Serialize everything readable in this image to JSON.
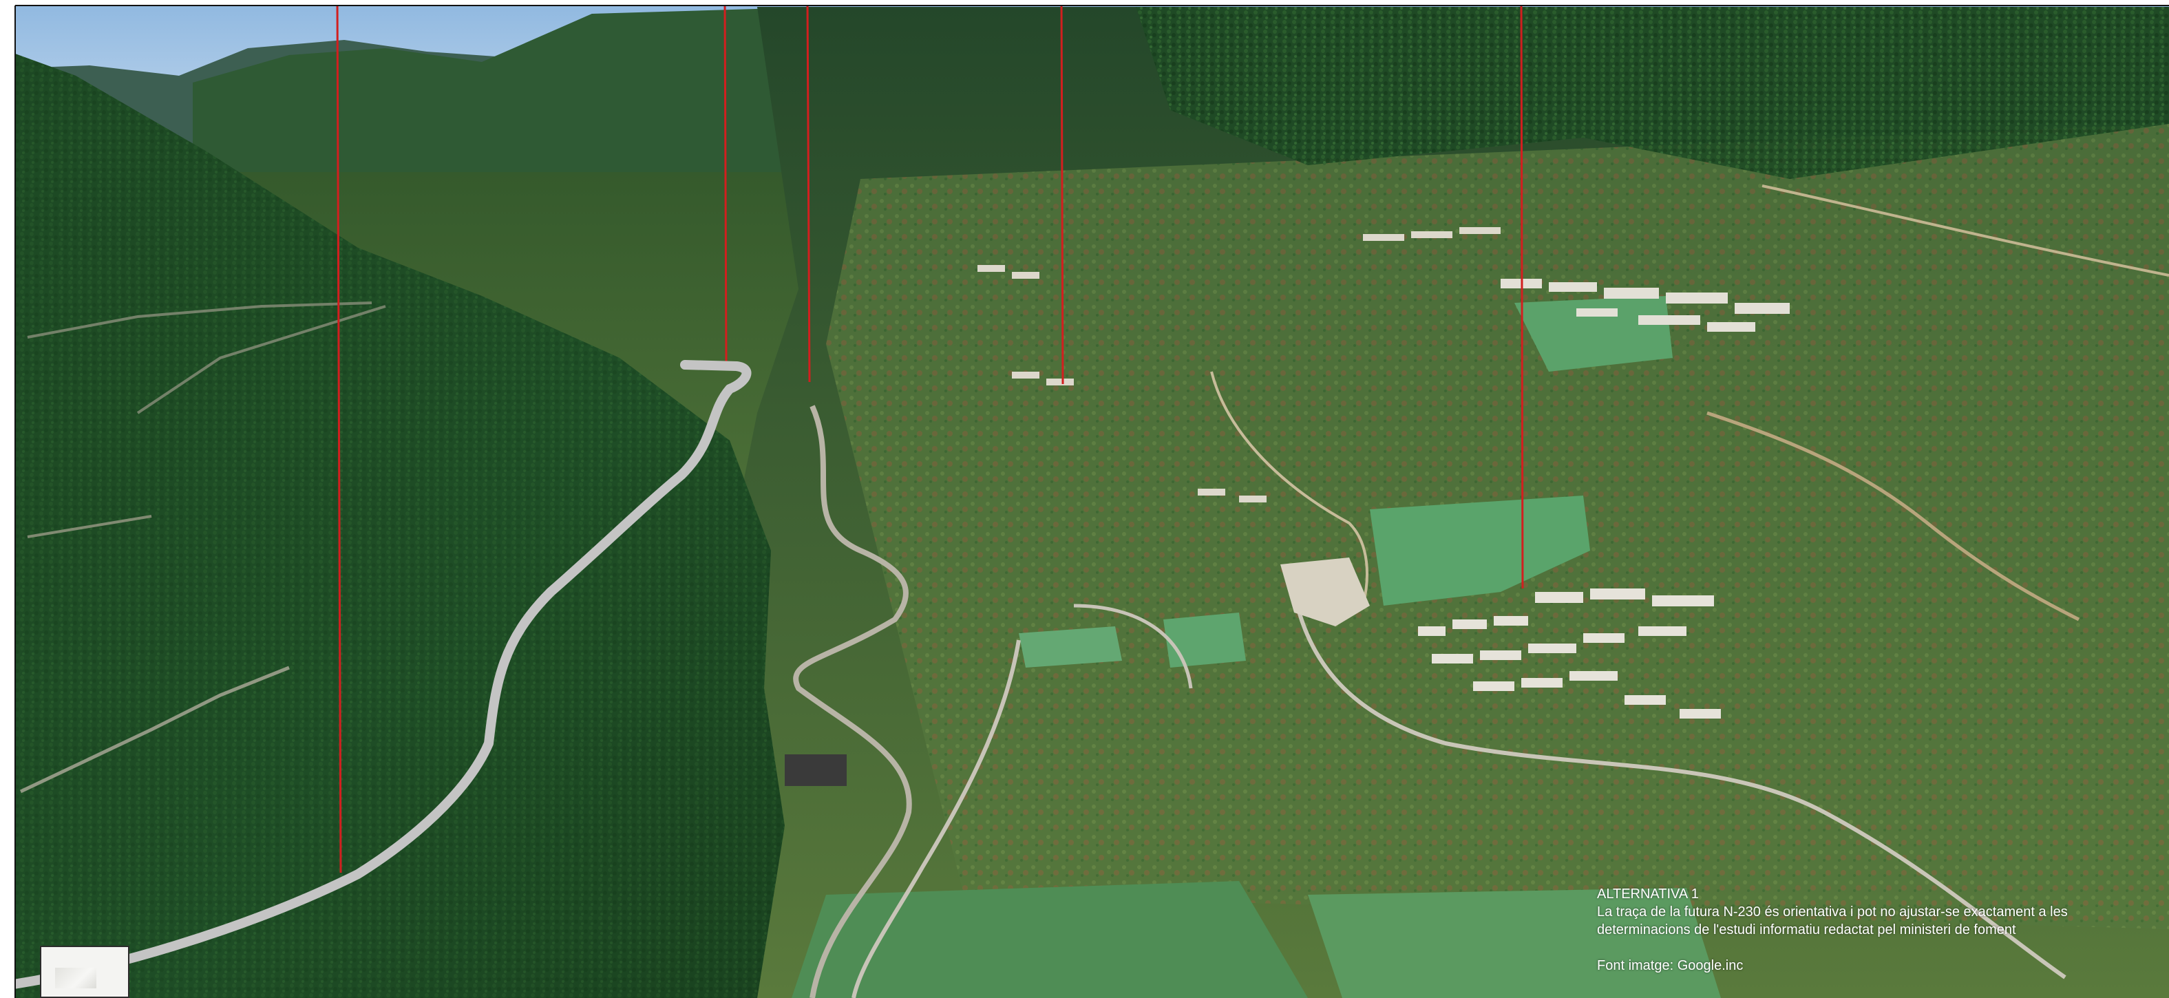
{
  "caption": {
    "title": "ALTERNATIVA 1",
    "line1": "La traça de la futura N-230 és orientativa i pot no ajustar-se exactament a les",
    "line2": "determinacions de l'estudi informatiu redactat pel ministeri de foment",
    "source": "Font imatge: Google.inc"
  },
  "colors": {
    "route": "#c4c4c4",
    "marker_lines": "#d21f1f",
    "sky": "#9cc3e6",
    "forest": "#1f4a22",
    "meadow": "#4f7a3a",
    "clearing": "#5fa46d",
    "caption_text": "#ffffff"
  },
  "icons": {
    "route": "proposed-road-route",
    "markers": "vertical-reference-line"
  }
}
